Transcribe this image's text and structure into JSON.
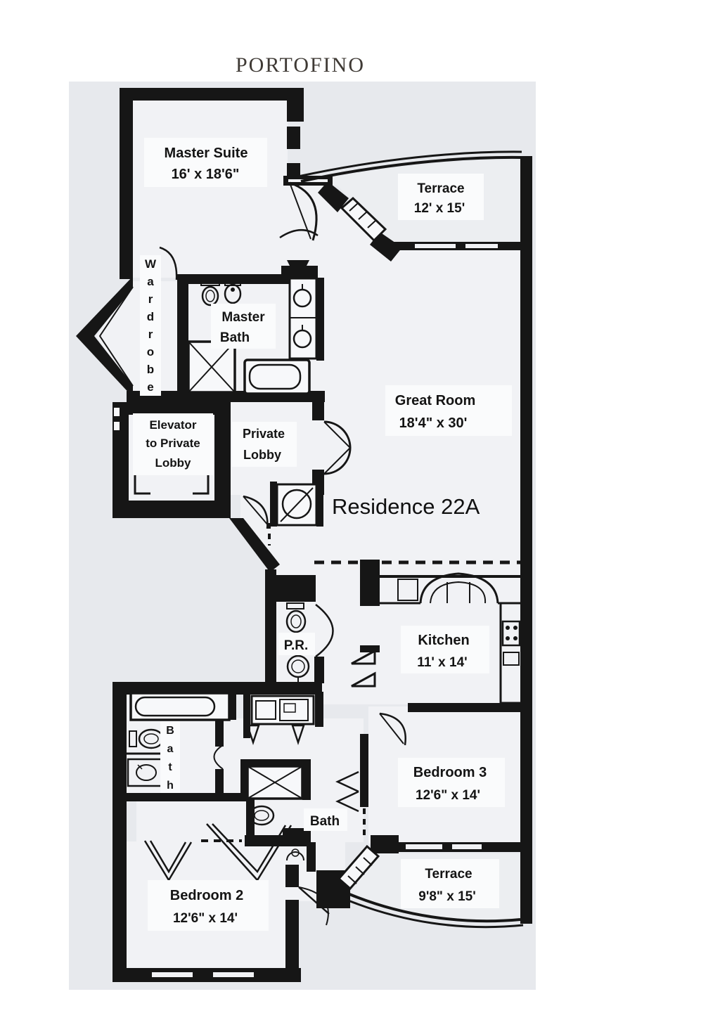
{
  "title": "PORTOFINO",
  "residence": "Residence 22A",
  "rooms": {
    "master_suite": {
      "name": "Master Suite",
      "dims": "16' x 18'6\""
    },
    "terrace_top": {
      "name": "Terrace",
      "dims": "12' x 15'"
    },
    "wardrobe": {
      "letters": [
        "W",
        "a",
        "r",
        "d",
        "r",
        "o",
        "b",
        "e"
      ]
    },
    "master_bath": {
      "line1": "Master",
      "line2": "Bath"
    },
    "great_room": {
      "name": "Great Room",
      "dims": "18'4\" x 30'"
    },
    "elevator": {
      "line1": "Elevator",
      "line2": "to Private",
      "line3": "Lobby"
    },
    "private_lobby": {
      "line1": "Private",
      "line2": "Lobby"
    },
    "powder_room": {
      "name": "P.R."
    },
    "kitchen": {
      "name": "Kitchen",
      "dims": "11' x 14'"
    },
    "bath_left": {
      "letters": [
        "B",
        "a",
        "t",
        "h"
      ]
    },
    "bath_mid": {
      "name": "Bath"
    },
    "bedroom3": {
      "name": "Bedroom 3",
      "dims": "12'6\" x 14'"
    },
    "terrace_bottom": {
      "name": "Terrace",
      "dims": "9'8\" x 15'"
    },
    "bedroom2": {
      "name": "Bedroom 2",
      "dims": "12'6\" x 14'"
    }
  },
  "colors": {
    "walls": "#161616",
    "paper": "#ffffff",
    "scan_background": "#e7e9ed",
    "room_fill": "#f1f2f5",
    "terrace_fill": "#eceef1",
    "label_background": "#fafbfc",
    "title_color": "#3f3a35"
  }
}
